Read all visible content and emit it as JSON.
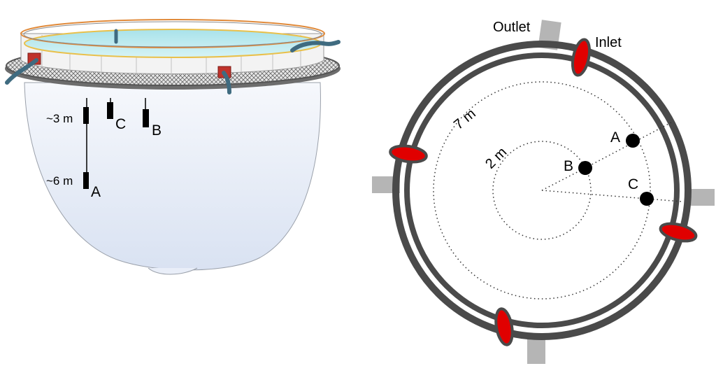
{
  "side_view": {
    "depth_labels": [
      "~3 m",
      "~6 m"
    ],
    "sensor_labels": {
      "A": "A",
      "B": "B",
      "C": "C"
    }
  },
  "top_view": {
    "outlet_label": "Outlet",
    "inlet_label": "Inlet",
    "radius_labels": [
      "7 m",
      "2 m"
    ],
    "sensor_labels": {
      "A": "A",
      "B": "B",
      "C": "C"
    }
  },
  "colors": {
    "ring": "#4a4a4a",
    "inlet_marker": "#e00000",
    "outlet_pipe": "#b5b5b5",
    "sensor": "#000000",
    "water": "#bfeaf0",
    "net_bag": "#eef2fa"
  }
}
